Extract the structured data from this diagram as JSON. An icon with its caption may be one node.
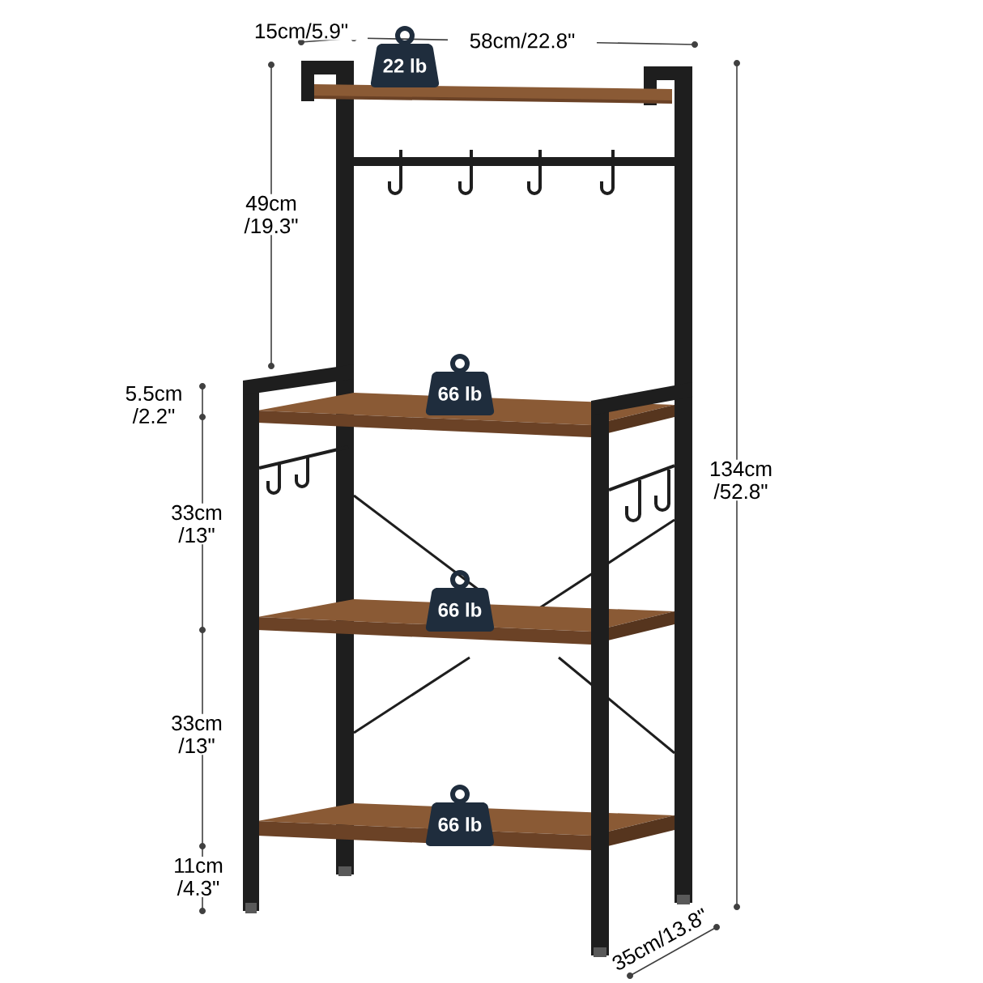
{
  "diagram": {
    "nodes": [
      {
        "text": [
          "22 lb"
        ]
      },
      {
        "text": [
          "66 lb"
        ]
      },
      {
        "text": [
          "66 lb"
        ]
      },
      {
        "text": [
          "66 lb"
        ]
      }
    ],
    "labels": [
      "15cm/5.9\"",
      "58cm/22.8\"",
      "49cm /19.3\"",
      "5.5cm /2.2\"",
      "134cm /52.8\"",
      "33cm /13\"",
      "33cm /13\"",
      "11cm /4.3\"",
      "35cm/13.8\""
    ]
  }
}
